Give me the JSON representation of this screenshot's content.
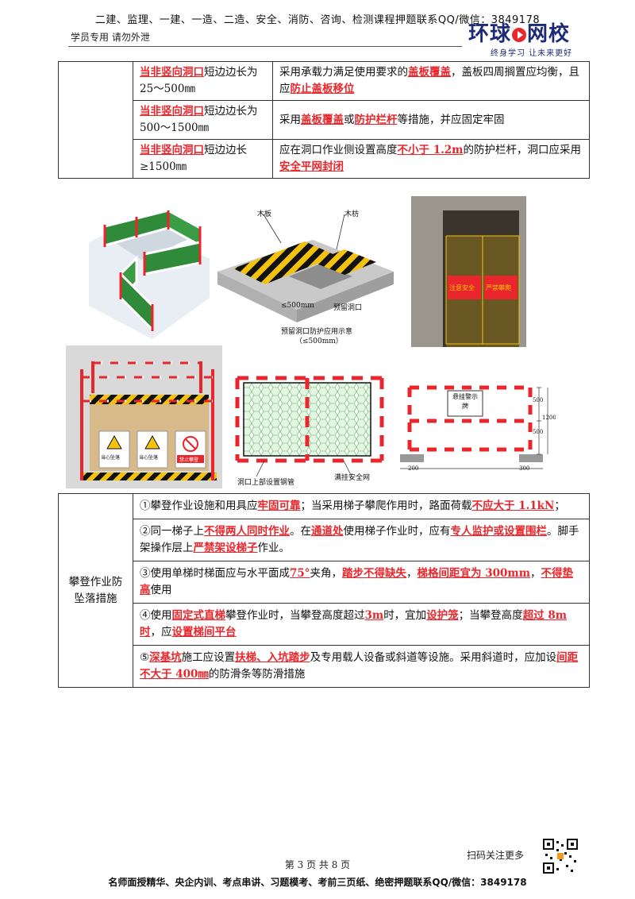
{
  "header": {
    "top_line": "二建、监理、一建、一造、二造、安全、消防、咨询、检测课程押题联系QQ/微信：3849178",
    "left_note": "学员专用  请勿外泄",
    "logo_main_a": "环球",
    "logo_main_b": "网校",
    "logo_sub": "终身学习  让未来更好"
  },
  "opening_table": {
    "rows": [
      {
        "cond_kw": "当非竖向洞口",
        "cond_rest": "短边边长为 25～500㎜",
        "m1": "采用承载力满足使用要求的",
        "m2": "盖板覆盖",
        "m3": "，盖板四周搁置应均衡，且应",
        "m4": "防止盖板移位"
      },
      {
        "cond_kw": "当非竖向洞口",
        "cond_rest": "短边边长为 500～1500㎜",
        "m1": "采用",
        "m2": "盖板覆盖",
        "m3": "或",
        "m4": "防护栏杆",
        "m5": "等措施，并应固定牢固"
      },
      {
        "cond_kw": "当非竖向洞口",
        "cond_rest": "短边边长≥1500㎜",
        "m1": "应在洞口作业侧设置高度",
        "m2": "不小于 1.2m",
        "m3": "的防护栏杆，洞口应采用",
        "m4": "安全平网封闭"
      }
    ]
  },
  "figures": {
    "cover_label_board": "木板",
    "cover_label_batten": "木枋",
    "cover_dim": "≤500mm",
    "cover_label_hole": "预留洞口",
    "cover_caption": "预留洞口防护应用示意",
    "cover_caption_sub": "（≤500mm）",
    "gate_sign1": "注意安全",
    "gate_sign2": "严禁攀爬",
    "net_label_left": "洞口上部设置钢管",
    "net_label_right": "满挂安全网",
    "rail_sign": "悬挂警示牌",
    "rail_dim_500a": "500",
    "rail_dim_500b": "500",
    "rail_dim_1200": "1200",
    "rail_dim_200a": "200",
    "rail_dim_200b": "300",
    "sign_a": "当心坠落",
    "sign_b": "当心坠落",
    "sign_c": "禁止攀登"
  },
  "climb_table": {
    "title": "攀登作业防坠落措施",
    "items": [
      {
        "p1": "①攀登作业设施和用具应",
        "k1": "牢固可靠",
        "p2": "；当采用梯子攀爬作用时，路面荷载",
        "k2": "不应大于 1.1kN",
        "p3": "；"
      },
      {
        "p1": "②同一梯子上",
        "k1": "不得两人同时作业",
        "p2": "。在",
        "k2": "通道处",
        "p3": "使用梯子作业时，应有",
        "k3": "专人监护或设置围栏",
        "p4": "。脚手架操作层上",
        "k4": "严禁架设梯子",
        "p5": "作业。"
      },
      {
        "p1": "③使用单梯时梯面应与水平面成",
        "k1": "75°",
        "p2": "夹角，",
        "k2": "踏步不得缺失",
        "p3": "，",
        "k3": "梯格间距宜为 300mm",
        "p4": "，",
        "k4": "不得垫高",
        "p5": "使用"
      },
      {
        "p1": "④使用",
        "k1": "固定式直梯",
        "p2": "攀登作业时，当攀登高度超过",
        "k2": "3m",
        "p3": "时，宜加",
        "k3": "设护笼",
        "p4": "；当攀登高度",
        "k4": "超过 8m 时",
        "p5": "，应",
        "k5": "设置梯间平台"
      },
      {
        "p1": "⑤",
        "k1": "深基坑",
        "p2": "施工应设置",
        "k2": "扶梯、入坑踏步",
        "p3": "及专用载人设备或斜道等设施。采用斜道时，应加设",
        "k3": "间距不大于 400㎜",
        "p4": "的防滑条等防滑措施"
      }
    ]
  },
  "footer": {
    "scan_text": "扫码关注更多",
    "page": "第 3 页 共 8 页",
    "bottom_line": "名师面授精华、央企内训、考点串讲、习题模考、考前三页纸、绝密押题联系QQ/微信：3849178"
  },
  "colors": {
    "keyword": "#e8262b",
    "logo": "#1d2a78",
    "hazard_yellow": "#f4c20d",
    "fence_green": "#2f8a3a"
  }
}
